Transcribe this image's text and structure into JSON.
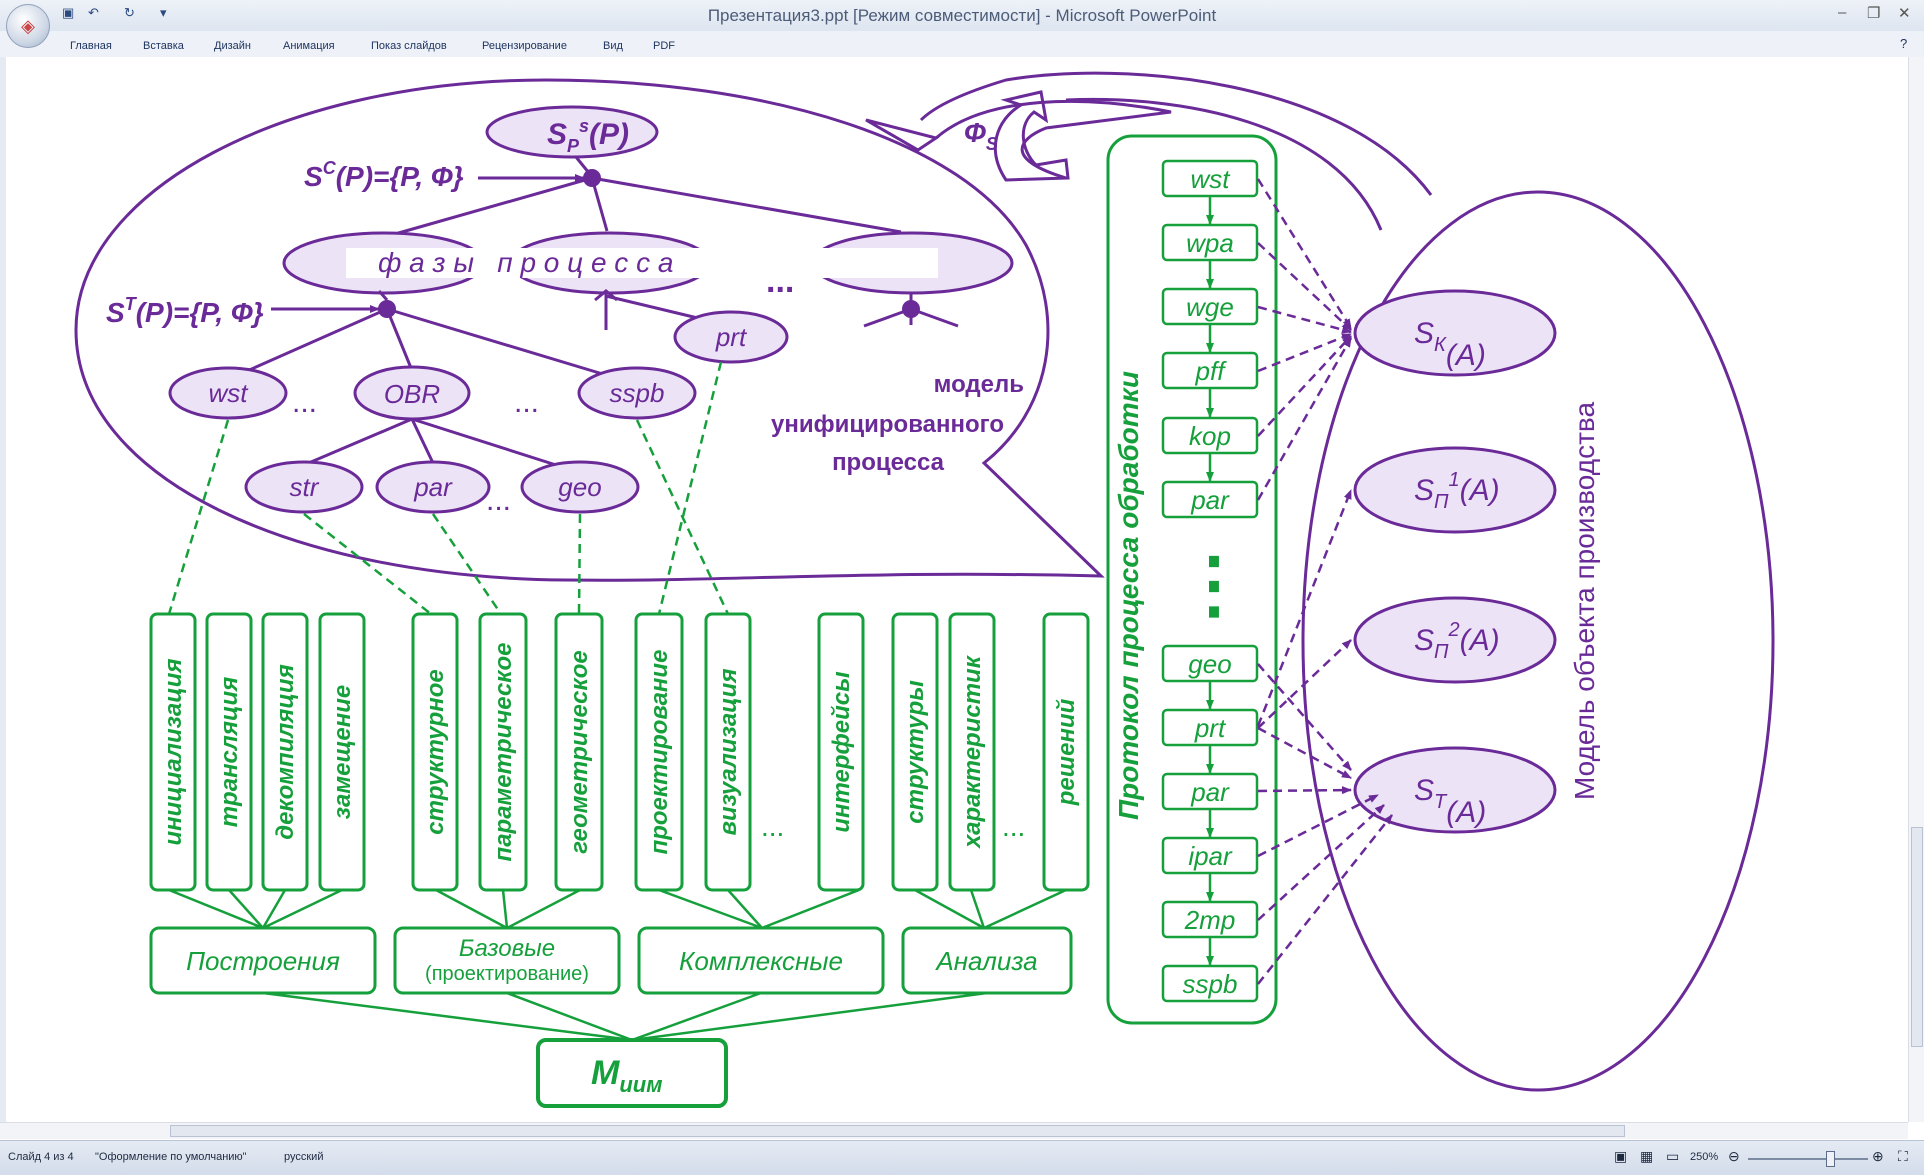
{
  "window": {
    "title": "Презентация3.ppt [Режим совместимости] - Microsoft PowerPoint",
    "controls": [
      "–",
      "❐",
      "✕"
    ]
  },
  "quick_access": [
    "save-icon",
    "undo-icon",
    "redo-icon"
  ],
  "ribbon_tabs": [
    "Главная",
    "Вставка",
    "Дизайн",
    "Анимация",
    "Показ слайдов",
    "Рецензирование",
    "Вид",
    "PDF"
  ],
  "status": {
    "slide": "Слайд 4 из 4",
    "theme": "\"Оформление по умолчанию\"",
    "language": "русский",
    "zoom": "250%"
  },
  "slide": {
    "top_node": {
      "base": "S",
      "sub": "P",
      "sup": "s",
      "rest": "(P)"
    },
    "sc_label": {
      "base": "S",
      "sup": "C",
      "rest": "(P)={P, Ф}"
    },
    "st_label": {
      "base": "S",
      "sup": "T",
      "rest": "(P)={P, Ф}"
    },
    "phases_text": "ф а з ы   п р о ц е с с а",
    "ellipsis": "...",
    "nodes": {
      "wst": "wst",
      "obr": "OBR",
      "sspb": "sspb",
      "prt": "prt",
      "str": "str",
      "par": "par",
      "geo": "geo"
    },
    "model_label": [
      "модель",
      "унифицированного",
      "процесса"
    ],
    "phi_s": {
      "base": "Ф",
      "sub": "S"
    },
    "functions": [
      "инициализация",
      "трансляция",
      "декомпиляция",
      "замещение",
      "структурное",
      "параметрическое",
      "геометрическое",
      "проектирование",
      "визуализация",
      "интерфейсы",
      "структуры",
      "характеристик",
      "решений"
    ],
    "groups": [
      "Построения",
      "Базовые",
      "(проектирование)",
      "Комплексные",
      "Анализа"
    ],
    "root": {
      "base": "М",
      "sub": "иим"
    },
    "protocol_label": "Протокол процесса обработки",
    "protocol_items": [
      "wst",
      "wpa",
      "wge",
      "pff",
      "kop",
      "par",
      "geo",
      "prt",
      "par",
      "ipar",
      "2mp",
      "sspb"
    ],
    "protocol_dots": "⋮",
    "object_label": "Модель объекта производства",
    "object_nodes": [
      {
        "base": "S",
        "sub": "К",
        "sup": "",
        "rest": "(A)"
      },
      {
        "base": "S",
        "sub": "П",
        "sup": "1",
        "rest": "(A)"
      },
      {
        "base": "S",
        "sub": "П",
        "sup": "2",
        "rest": "(A)"
      },
      {
        "base": "S",
        "sub": "Т",
        "sup": "",
        "rest": "(A)"
      }
    ],
    "colors": {
      "purple": "#6a2a98",
      "green": "#16a03c",
      "lilac": "#ece3f6"
    }
  }
}
